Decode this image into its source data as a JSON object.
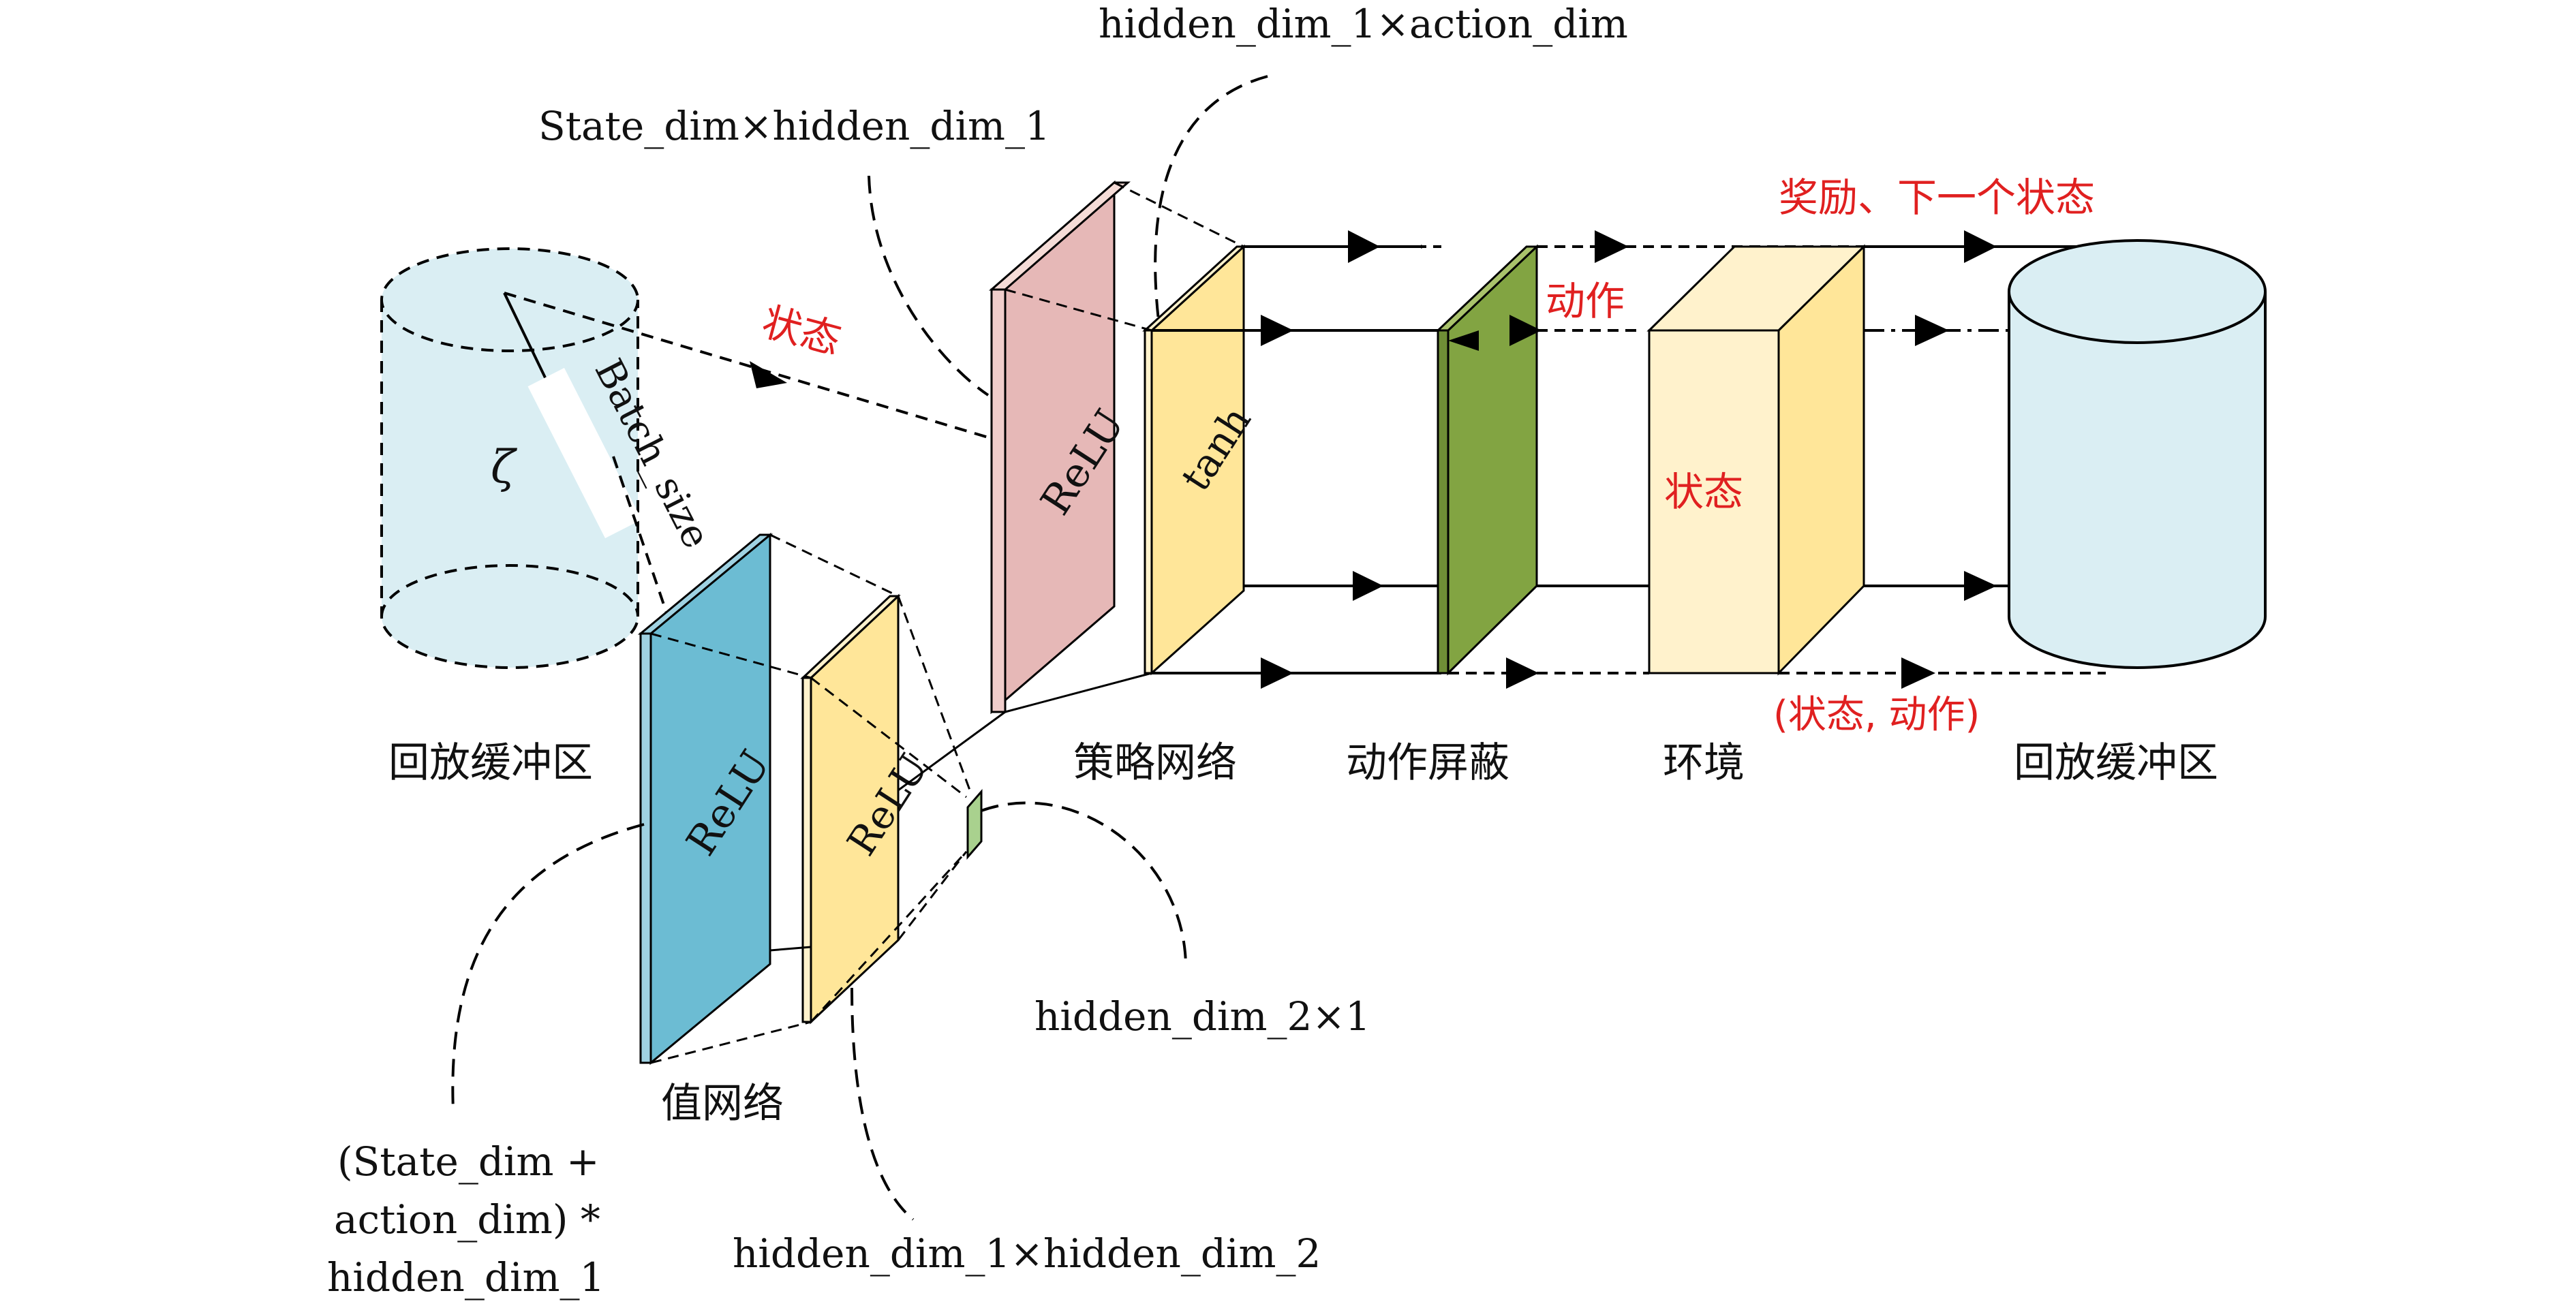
{
  "labels": {
    "state_hidden1": "State_dim×hidden_dim_1",
    "hidden1_action": "hidden_dim_1×action_dim",
    "hidden2_1": "hidden_dim_2×1",
    "hidden1_hidden2": "hidden_dim_1×hidden_dim_2",
    "value_input_line1": "(State_dim +",
    "value_input_line2": "action_dim) *",
    "value_input_line3": "hidden_dim_1",
    "batch_size": "Batch_size",
    "zeta": "ζ"
  },
  "components": {
    "replay_buffer_left": "回放缓冲区",
    "replay_buffer_right": "回放缓冲区",
    "policy_network": "策略网络",
    "action_mask": "动作屏蔽",
    "environment": "环境",
    "value_network": "值网络"
  },
  "layers": {
    "policy_relu": "ReLU",
    "policy_tanh": "tanh",
    "value_relu_1": "ReLU",
    "value_relu_2": "ReLU"
  },
  "flow_labels": {
    "state_to_policy": "状态",
    "action": "动作",
    "reward_next_state": "奖励、下一个状态",
    "env_state": "状态",
    "state_action": "(状态, 动作)"
  },
  "colors": {
    "buffer_fill": "#daeef3",
    "relu_policy": "#e6b8b7",
    "tanh": "#ffe699",
    "mask": "#82a442",
    "env_front": "#fff2cc",
    "env_side": "#ffe699",
    "relu_value": "#6cbcd3",
    "relu_value2": "#ffe699",
    "output_node": "#a9d18e",
    "red_text": "#e02020"
  }
}
